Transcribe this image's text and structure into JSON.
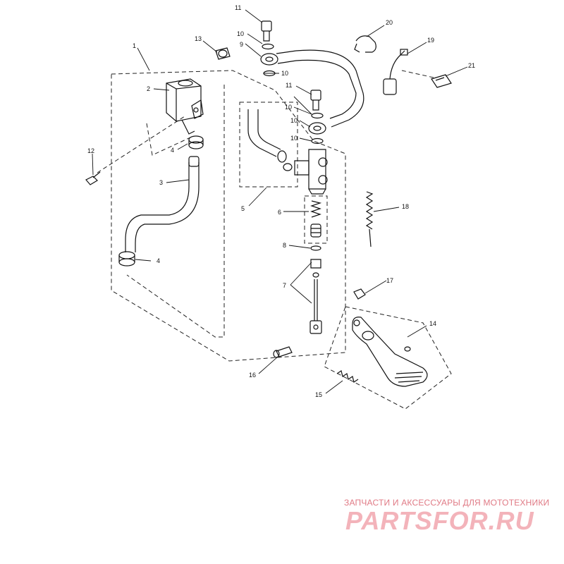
{
  "callouts": [
    {
      "id": "c1",
      "text": "1"
    },
    {
      "id": "c2",
      "text": "2"
    },
    {
      "id": "c3",
      "text": "3"
    },
    {
      "id": "c4a",
      "text": "4"
    },
    {
      "id": "c4b",
      "text": "4"
    },
    {
      "id": "c5",
      "text": "5"
    },
    {
      "id": "c6",
      "text": "6"
    },
    {
      "id": "c7",
      "text": "7"
    },
    {
      "id": "c8",
      "text": "8"
    },
    {
      "id": "c9",
      "text": "9"
    },
    {
      "id": "c10a",
      "text": "10"
    },
    {
      "id": "c10b",
      "text": "10"
    },
    {
      "id": "c10c",
      "text": "10"
    },
    {
      "id": "c10d",
      "text": "10"
    },
    {
      "id": "c10e",
      "text": "10"
    },
    {
      "id": "c11a",
      "text": "11"
    },
    {
      "id": "c11b",
      "text": "11"
    },
    {
      "id": "c12",
      "text": "12"
    },
    {
      "id": "c13",
      "text": "13"
    },
    {
      "id": "c14",
      "text": "14"
    },
    {
      "id": "c15",
      "text": "15"
    },
    {
      "id": "c16",
      "text": "16"
    },
    {
      "id": "c17",
      "text": "17"
    },
    {
      "id": "c18",
      "text": "18"
    },
    {
      "id": "c19",
      "text": "19"
    },
    {
      "id": "c20",
      "text": "20"
    },
    {
      "id": "c21",
      "text": "21"
    }
  ],
  "watermark": {
    "tagline": "ЗАПЧАСТИ И АКСЕССУАРЫ ДЛЯ МОТОТЕХНИКИ",
    "logo": "PARTSFOR.RU",
    "color": "#e8848f"
  }
}
